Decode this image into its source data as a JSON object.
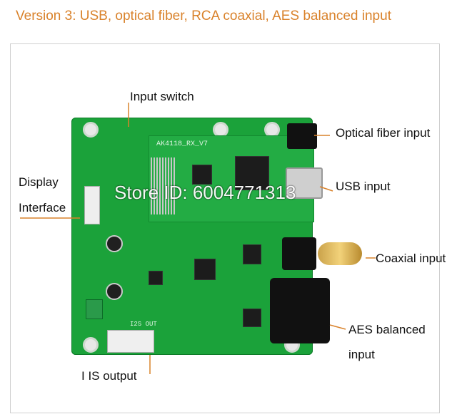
{
  "title": "Version 3: USB, optical fiber, RCA coaxial, AES balanced input",
  "labels": {
    "input_switch": "Input switch",
    "optical": "Optical fiber input",
    "display_1": "Display",
    "display_2": "Interface",
    "usb": "USB input",
    "coaxial": "Coaxial input",
    "aes_1": "AES balanced",
    "aes_2": "input",
    "iis": "I IS output"
  },
  "board": {
    "model": "AK4118_RX_V7",
    "silk_i2s": "I2S OUT"
  },
  "watermark": "Store ID: 6004771313",
  "colors": {
    "title": "#d9822b",
    "board": "#1ba23a",
    "arrow": "#d9822b"
  }
}
